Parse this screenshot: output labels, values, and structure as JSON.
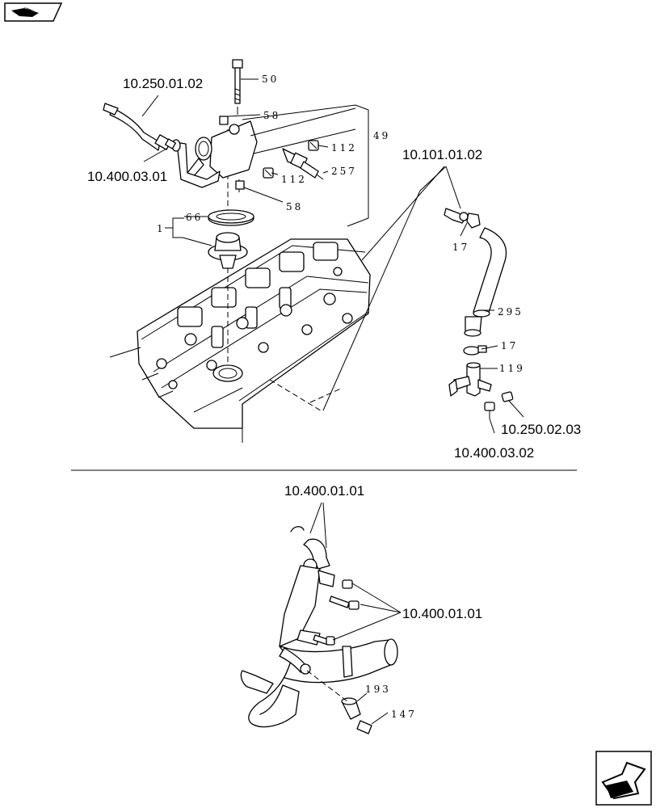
{
  "references": {
    "hose_top": "10.250.01.02",
    "fitting_top": "10.400.03.01",
    "upper_right": "10.101.01.02",
    "bottom_right_1": "10.250.02.03",
    "bottom_right_2": "10.400.03.02",
    "lower_top": "10.400.01.01",
    "lower_right": "10.400.01.01"
  },
  "part_numbers": {
    "p50": "50",
    "p58a": "58",
    "p58b": "58",
    "p49": "49",
    "p112a": "112",
    "p112b": "112",
    "p257": "257",
    "p66": "66",
    "p1": "1",
    "p17a": "17",
    "p295": "295",
    "p17b": "17",
    "p119": "119",
    "p193": "193",
    "p147": "147"
  },
  "icons": {
    "top_left": "previous-page-icon",
    "bottom_right": "next-page-icon"
  }
}
